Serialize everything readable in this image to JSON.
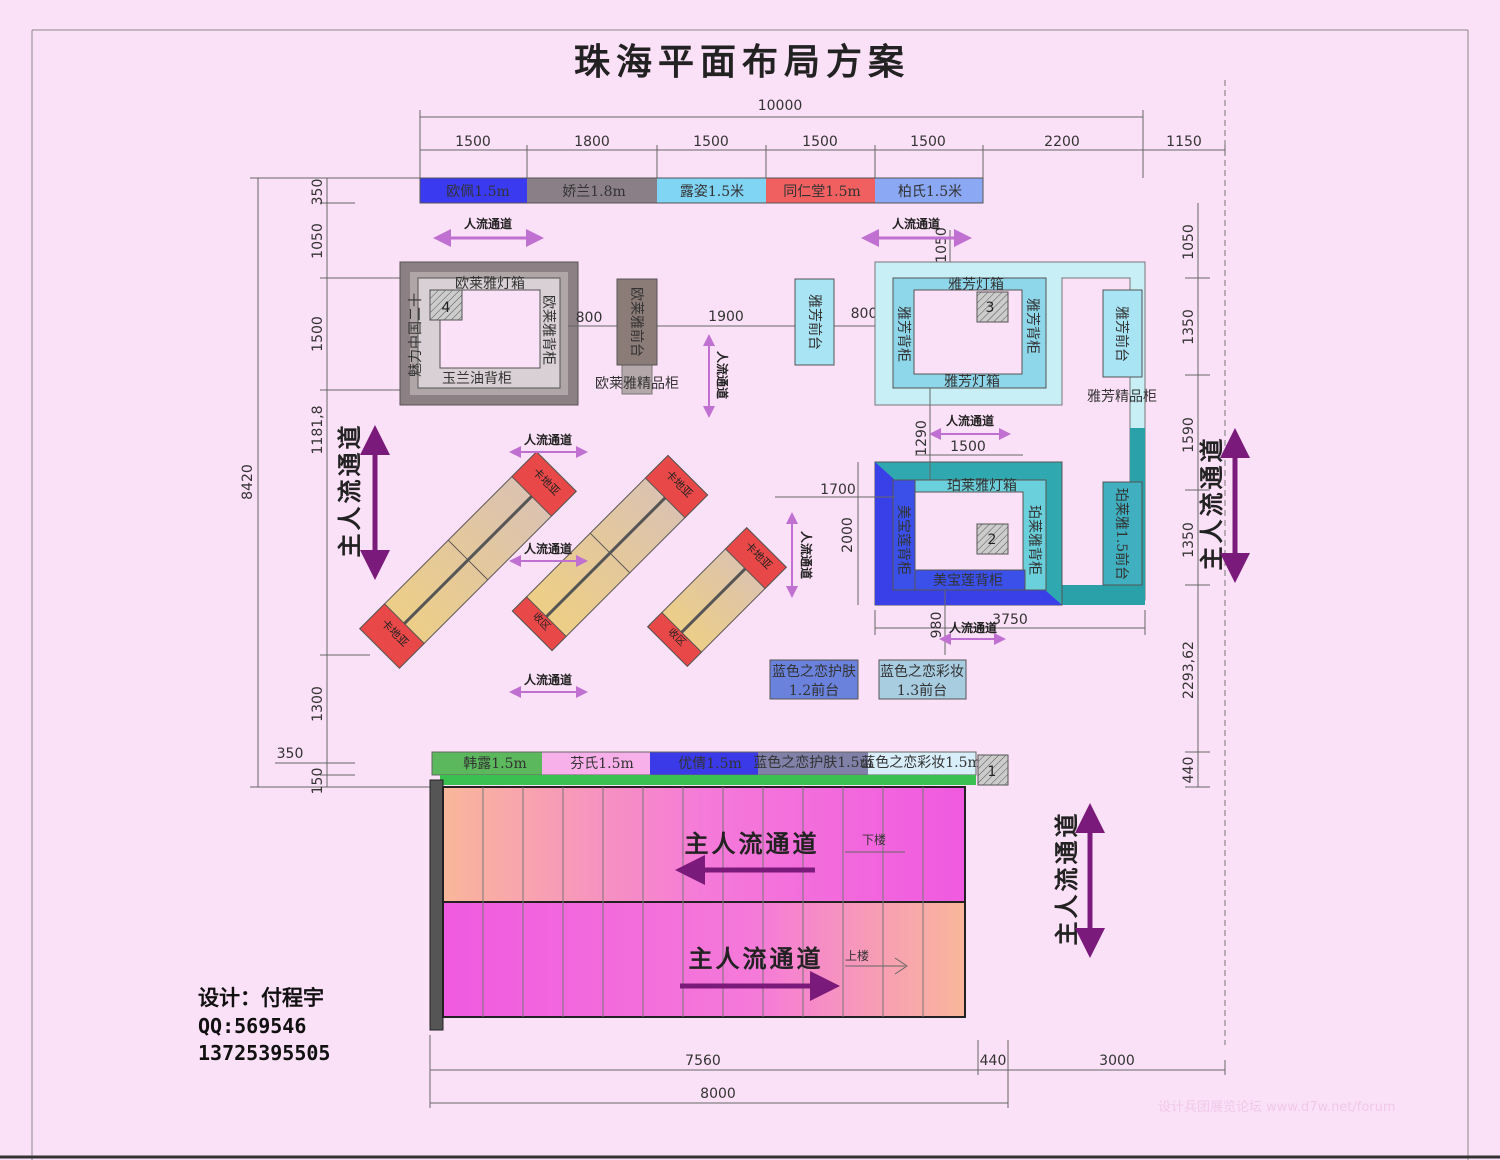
{
  "title": "珠海平面布局方案",
  "top_dims": {
    "total": "10000",
    "segments": [
      "1500",
      "1800",
      "1500",
      "1500",
      "1500",
      "2200",
      "1150"
    ]
  },
  "left_dims": {
    "total": "8420",
    "segments": [
      "350",
      "1050",
      "1500",
      "1181,8",
      "1300",
      "350",
      "150"
    ]
  },
  "right_dims": [
    "1050",
    "1350",
    "1590",
    "1350",
    "2293,62",
    "440"
  ],
  "bottom_dims": {
    "segments": [
      "7560",
      "440",
      "3000"
    ],
    "total": "8000"
  },
  "inner_dims": {
    "d800a": "800",
    "d1900": "1900",
    "d800b": "800",
    "d1050": "1050",
    "d1290": "1290",
    "d1500": "1500",
    "d1700": "1700",
    "d2000": "2000",
    "d980": "980",
    "d3750": "3750"
  },
  "top_brands": [
    {
      "label": "欧佩1.5m",
      "color": "#3a3af0"
    },
    {
      "label": "娇兰1.8m",
      "color": "#3a3438"
    },
    {
      "label": "露姿1.5米",
      "color": "#4cc8f0"
    },
    {
      "label": "同仁堂1.5m",
      "color": "#f03a3a"
    },
    {
      "label": "柏氏1.5米",
      "color": "#3a6af0"
    }
  ],
  "bottom_brands": [
    {
      "label": "韩露1.5m",
      "color": "#2a9a3a"
    },
    {
      "label": "芬氏1.5m",
      "color": "#f59ae0"
    },
    {
      "label": "优倩1.5m",
      "color": "#3a3ae8"
    },
    {
      "label": "蓝色之恋护肤1.5m",
      "color": "#404070"
    },
    {
      "label": "蓝色之恋彩妆1.5m",
      "color": "#a8d8f0"
    }
  ],
  "booth4": {
    "number": "4",
    "top": "欧莱雅灯箱",
    "right": "欧莱雅背柜",
    "bottom": "玉兰油背柜",
    "left": "魅力中国二十"
  },
  "oreal_counter": {
    "front": "欧莱雅前台",
    "boutique": "欧莱雅精品柜"
  },
  "avon_counter": "雅芳前台",
  "booth3": {
    "number": "3",
    "top": "雅芳灯箱",
    "bottom": "雅芳灯箱",
    "left": "雅芳背柜",
    "right": "雅芳背柜",
    "front": "雅芳前台",
    "boutique": "雅芳精品柜"
  },
  "booth2": {
    "number": "2",
    "top": "珀莱雅灯箱",
    "right": "珀莱雅背柜",
    "left": "美宝莲背柜",
    "bottom": "美宝莲背柜",
    "front": "珀莱雅1.5前台"
  },
  "counters": {
    "end_label": "卡地亚",
    "short_label": "收区"
  },
  "front_desks": [
    {
      "line1": "蓝色之恋护肤",
      "line2": "1.2前台"
    },
    {
      "line1": "蓝色之恋彩妆",
      "line2": "1.3前台"
    }
  ],
  "booth1": "1",
  "aisle": "人流通道",
  "main_aisle": "主人流通道",
  "stairs": {
    "down": "下楼",
    "up": "上楼"
  },
  "designer": {
    "name": "设计：付程宇",
    "qq": "QQ:569546",
    "phone": "13725395505"
  },
  "watermark": "设计兵团展览论坛 www.d7w.net/forum"
}
